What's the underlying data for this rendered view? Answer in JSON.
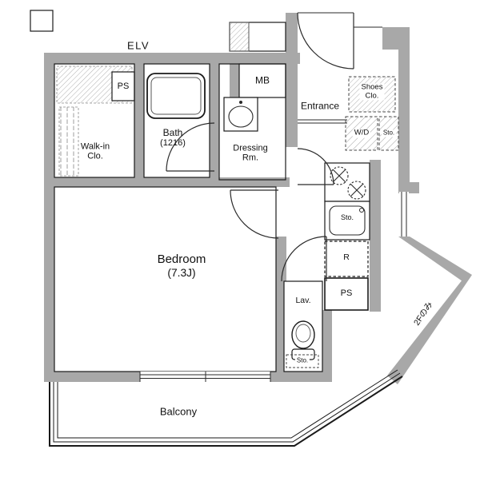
{
  "plan": {
    "title": "apartment-floor-plan",
    "colors": {
      "wall": "#a8a8a8",
      "line": "#1a1a1a",
      "background": "#ffffff"
    },
    "labels": {
      "elv": "ELV",
      "ps_upper": "PS",
      "mb": "MB",
      "entrance": "Entrance",
      "shoes_closet_1": "Shoes",
      "shoes_closet_2": "Clo.",
      "bath_1": "Bath",
      "bath_2": "(1216)",
      "dressing_1": "Dressing",
      "dressing_2": "Rm.",
      "walkin_1": "Walk-in",
      "walkin_2": "Clo.",
      "washer_dryer": "W/D",
      "storage_entry": "Sto.",
      "storage_kitchen": "Sto.",
      "refrigerator": "R",
      "ps_lower": "PS",
      "bedroom_1": "Bedroom",
      "bedroom_2": "(7.3J)",
      "lavatory": "Lav.",
      "storage_lav": "Sto.",
      "balcony": "Balcony",
      "floor_note": "2Fのみ"
    }
  }
}
